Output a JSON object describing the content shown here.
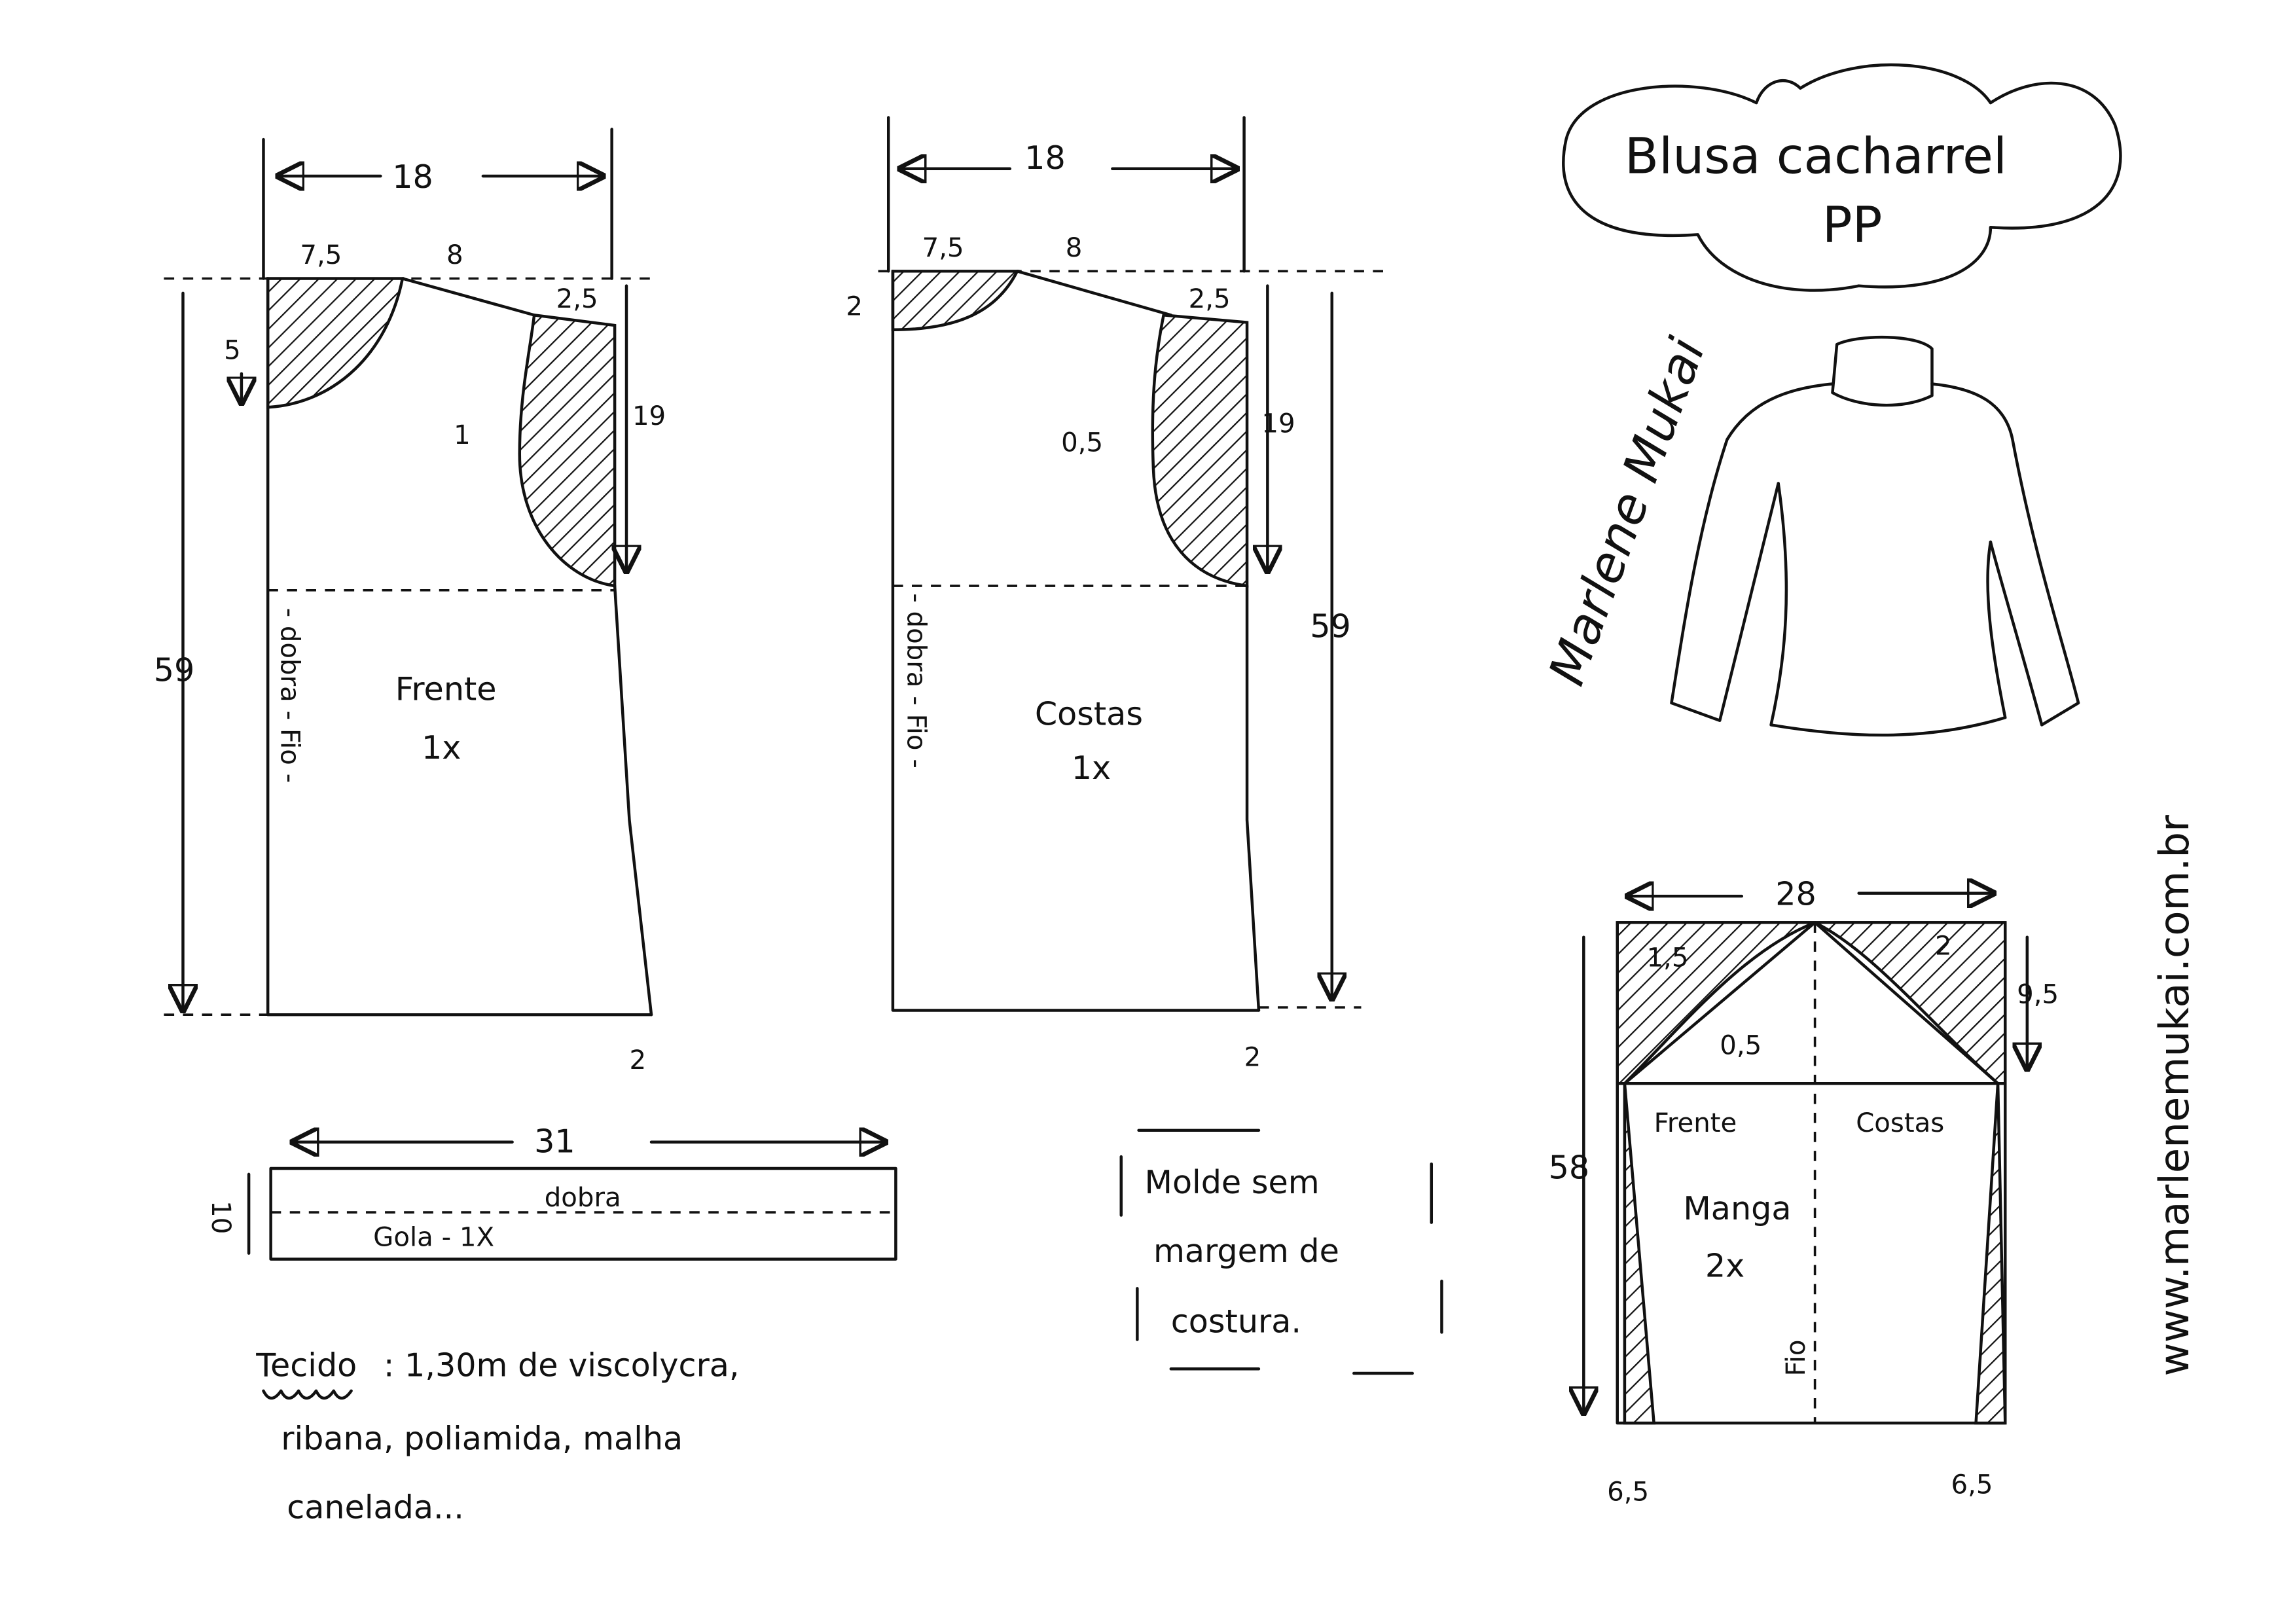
{
  "title": {
    "line1": "Blusa cacharrel",
    "line2": "PP"
  },
  "signature": "Marlene Mukai",
  "website": "www.marlenemukai.com.br",
  "front": {
    "label": "Frente",
    "count": "1x",
    "width": "18",
    "neck_width": "7,5",
    "shoulder": "8",
    "shoulder_drop": "2,5",
    "neck_depth": "5",
    "armhole_depth": "19",
    "armhole_curve": "1",
    "length": "59",
    "hem_offset": "2",
    "fold_text": "- dobra - Fio -"
  },
  "back": {
    "label": "Costas",
    "count": "1x",
    "width": "18",
    "neck_width": "7,5",
    "shoulder": "8",
    "shoulder_drop": "2,5",
    "neck_depth": "2",
    "armhole_depth": "19",
    "armhole_curve": "0,5",
    "length": "59",
    "hem_offset": "2",
    "fold_text": "- dobra - Fio -"
  },
  "collar": {
    "width": "31",
    "height": "10",
    "fold": "dobra",
    "label": "Gola - 1X"
  },
  "note": {
    "line1": "Molde sem",
    "line2": "margem de",
    "line3": "costura."
  },
  "fabric": {
    "label": "Tecido",
    "line1": ": 1,30m de viscolycra,",
    "line2": "ribana, poliamida, malha",
    "line3": "canelada..."
  },
  "sleeve": {
    "label": "Manga",
    "count": "2x",
    "width": "28",
    "cap_height": "9,5",
    "length": "58",
    "front_curve": "1,5",
    "front_curve_in": "0,5",
    "back_curve": "2",
    "front_label": "Frente",
    "back_label": "Costas",
    "grain": "Fio",
    "hem_left": "6,5",
    "hem_right": "6,5"
  }
}
